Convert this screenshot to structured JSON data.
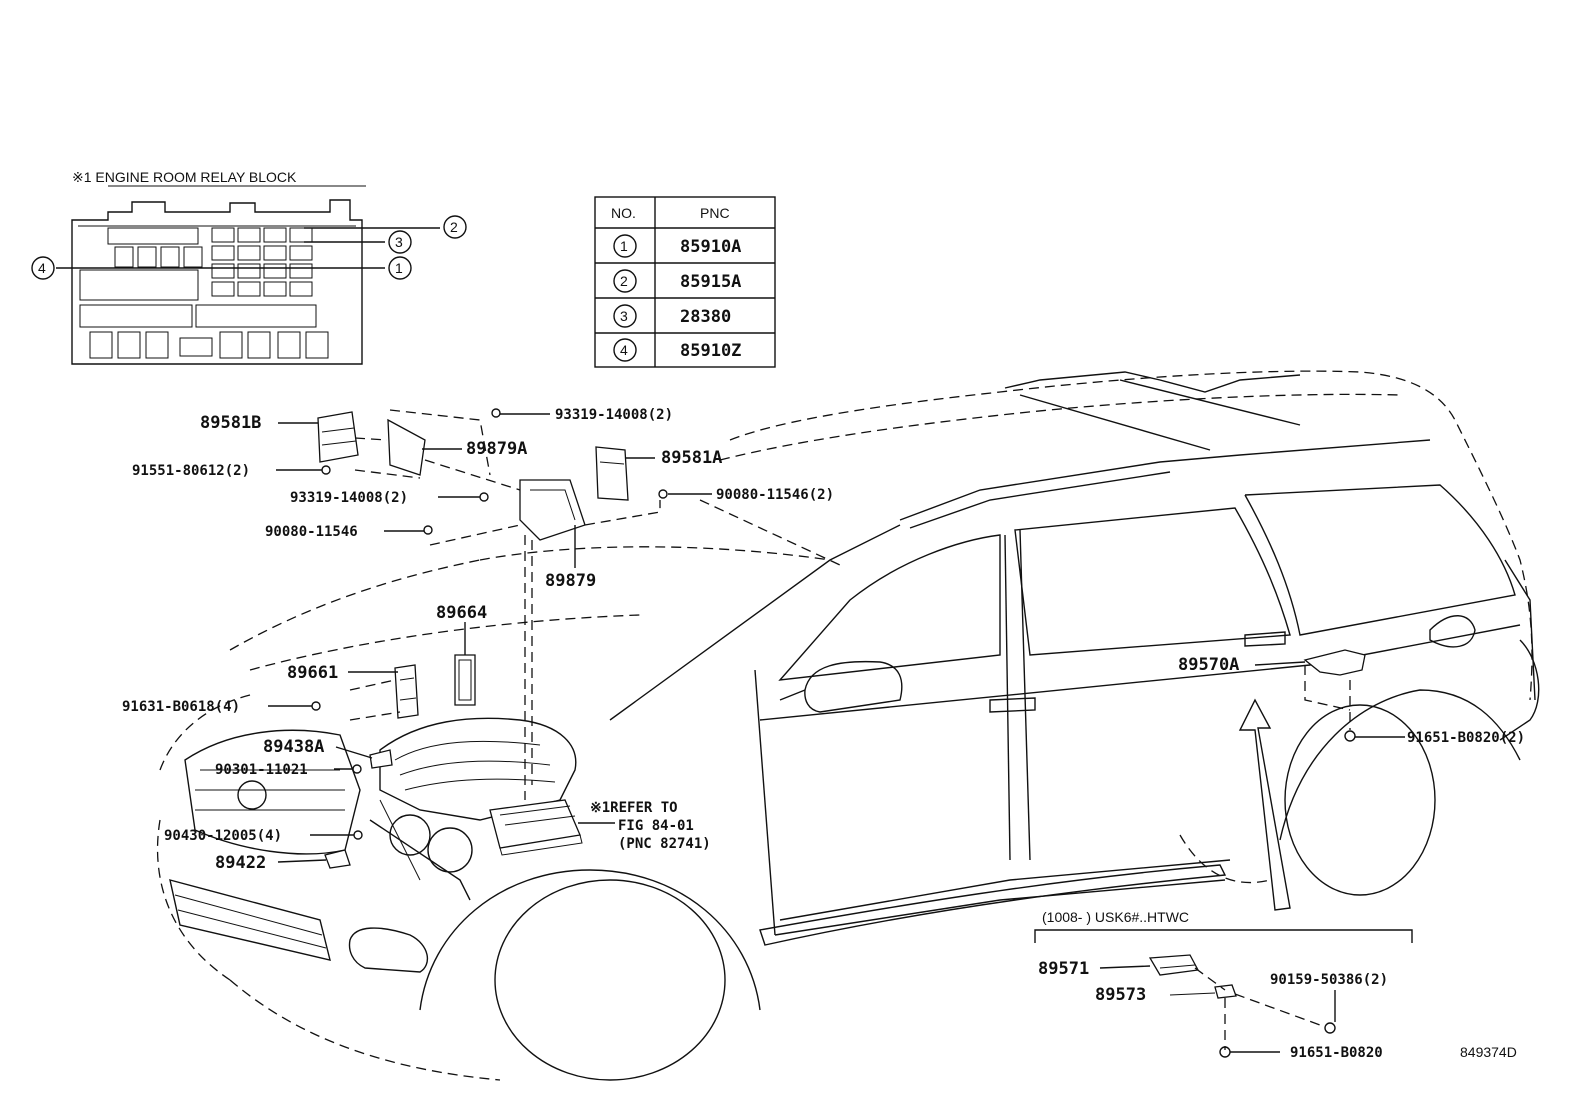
{
  "relay_block": {
    "title": "※1 ENGINE ROOM RELAY BLOCK",
    "callouts": [
      "2",
      "3",
      "1",
      "4"
    ]
  },
  "pnc_table": {
    "header_no": "NO.",
    "header_pnc": "PNC",
    "rows": [
      {
        "no": "1",
        "pnc": "85910A"
      },
      {
        "no": "2",
        "pnc": "85915A"
      },
      {
        "no": "3",
        "pnc": "28380"
      },
      {
        "no": "4",
        "pnc": "85910Z"
      }
    ]
  },
  "labels": {
    "p89581B": "89581B",
    "p93319_top": "93319-14008(2)",
    "p89879A": "89879A",
    "p91551": "91551-80612(2)",
    "p89581A": "89581A",
    "p93319_mid": "93319-14008(2)",
    "p90080_right": "90080-11546(2)",
    "p90080_left": "90080-11546",
    "p89879": "89879",
    "p89664": "89664",
    "p89661": "89661",
    "p91631": "91631-B0618(4)",
    "p89438A": "89438A",
    "p90301": "90301-11021",
    "refer_line1": "※1REFER TO",
    "refer_line2": "FIG 84-01",
    "refer_line3": "(PNC 82741)",
    "p90430": "90430-12005(4)",
    "p89422": "89422",
    "p89570A": "89570A",
    "p91651_right": "91651-B0820(2)",
    "variant_note": "(1008-        ) USK6#..HTWC",
    "p89571": "89571",
    "p89573": "89573",
    "p90159": "90159-50386(2)",
    "p91651_bottom": "91651-B0820",
    "diagram_id": "849374D"
  }
}
